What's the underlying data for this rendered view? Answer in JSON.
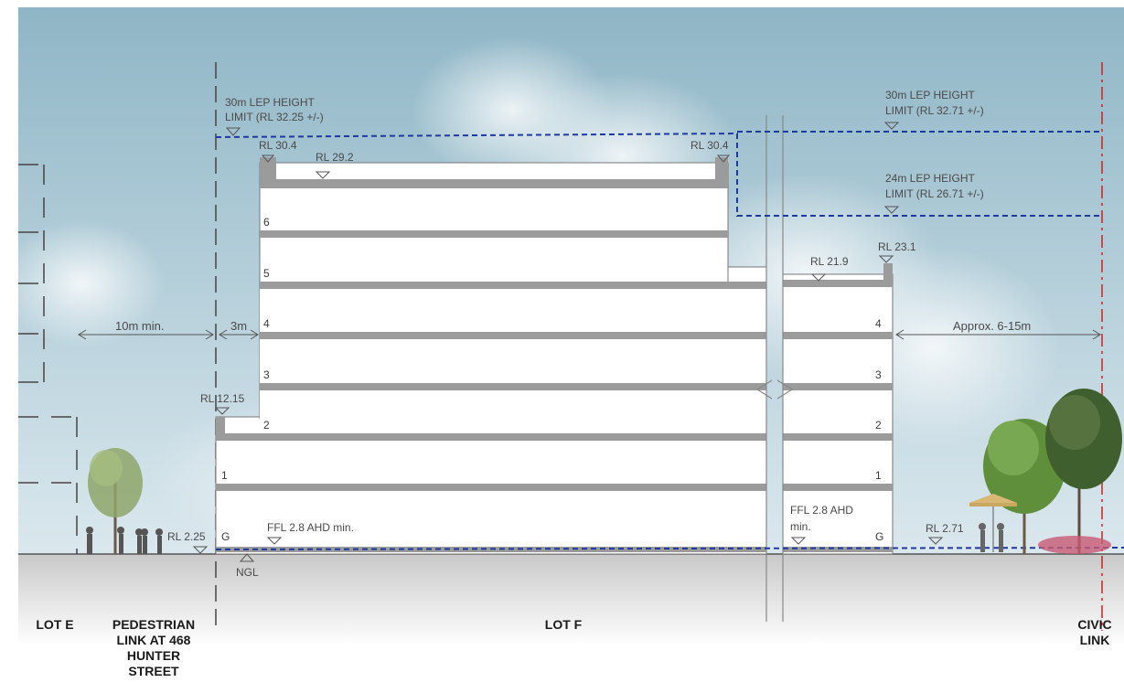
{
  "colors": {
    "sky_top": "#8fb6c6",
    "sky_bottom": "#dbe8ee",
    "slab": "#9b9b9b",
    "height_limit_line": "#1e3a9b",
    "civic_link_line": "#d02020"
  },
  "height_limits": {
    "left_30m": "30m LEP HEIGHT",
    "left_30m_rl": "LIMIT (RL 32.25 +/-)",
    "right_30m": "30m LEP HEIGHT",
    "right_30m_rl": "LIMIT (RL 32.71 +/-)",
    "right_24m": "24m LEP HEIGHT",
    "right_24m_rl": "LIMIT (RL 26.71 +/-)"
  },
  "levels": {
    "rl_30_4_left": "RL 30.4",
    "rl_29_2": "RL 29.2",
    "rl_30_4_right": "RL 30.4",
    "rl_21_9": "RL 21.9",
    "rl_23_1": "RL 23.1",
    "rl_12_15": "RL 12.15",
    "rl_2_25": "RL 2.25",
    "rl_2_71": "RL 2.71",
    "ffl_main": "FFL 2.8 AHD min.",
    "ffl_east_1": "FFL 2.8 AHD",
    "ffl_east_2": "min.",
    "ngl": "NGL"
  },
  "floor_labels": {
    "main": [
      "6",
      "5",
      "4",
      "3",
      "2",
      "1",
      "G"
    ],
    "east": [
      "4",
      "3",
      "2",
      "1",
      "G"
    ]
  },
  "dimensions": {
    "setback_10m": "10m min.",
    "setback_3m": "3m",
    "setback_east": "Approx. 6-15m"
  },
  "zones": {
    "lot_e": "LOT E",
    "ped_link_1": "PEDESTRIAN",
    "ped_link_2": "LINK AT 468",
    "ped_link_3": "HUNTER",
    "ped_link_4": "STREET",
    "lot_f": "LOT F",
    "civic_1": "CIVIC",
    "civic_2": "LINK"
  }
}
